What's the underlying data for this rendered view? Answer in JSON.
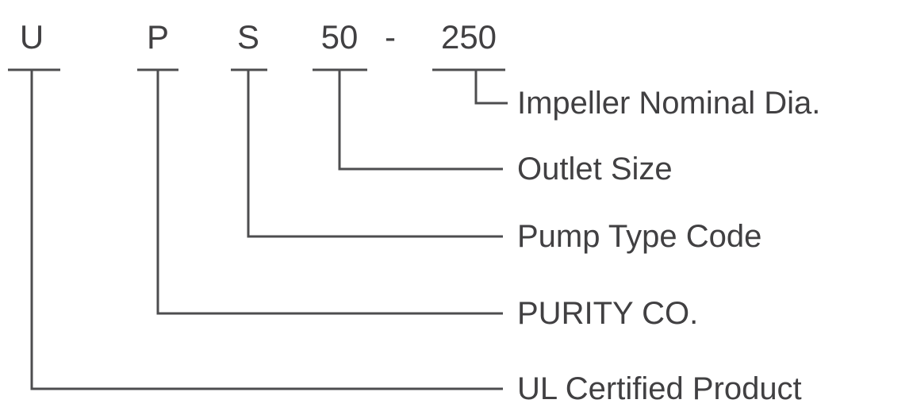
{
  "nomenclature": {
    "parts": [
      {
        "code": "U",
        "meaning": "UL Certified Product"
      },
      {
        "code": "P",
        "meaning": "PURITY CO."
      },
      {
        "code": "S",
        "meaning": "Pump Type Code"
      },
      {
        "code": "50",
        "meaning": "Outlet Size"
      },
      {
        "code": "-",
        "meaning": ""
      },
      {
        "code": "250",
        "meaning": "Impeller Nominal Dia."
      }
    ],
    "colors": {
      "line": "#4d4d4f",
      "text": "#414042",
      "background": "#ffffff"
    }
  }
}
